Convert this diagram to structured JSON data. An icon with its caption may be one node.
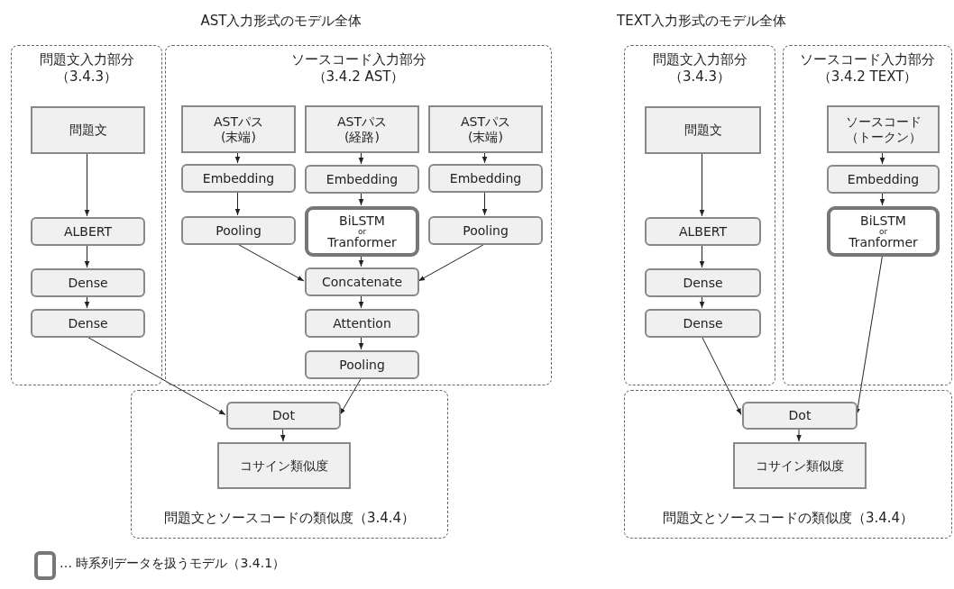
{
  "diagram": {
    "nodes": [
      {
        "text": [
          "問題文入力部分（3.4.3）"
        ]
      },
      {
        "text": [
          "問題文"
        ],
        "in": 0
      },
      {
        "text": [
          "ALBERT"
        ],
        "in": 0
      },
      {
        "text": [
          "Dense"
        ],
        "in": 0
      },
      {
        "text": [
          "Dense"
        ],
        "in": 0
      },
      {
        "text": [
          "ソースコード入力部分（3.4.2 AST）"
        ]
      },
      {
        "text": [
          "ASTパス(末端)"
        ],
        "in": 5
      },
      {
        "text": [
          "ASTパス(経路)"
        ],
        "in": 5
      },
      {
        "text": [
          "ASTパス(末端)"
        ],
        "in": 5
      },
      {
        "text": [
          "Embedding"
        ],
        "in": 5
      },
      {
        "text": [
          "Embedding"
        ],
        "in": 5
      },
      {
        "text": [
          "Embedding"
        ],
        "in": 5
      },
      {
        "text": [
          "Pooling"
        ],
        "in": 5
      },
      {
        "text": [
          "BiLSTM",
          "or",
          "Tranformer"
        ],
        "in": 5
      },
      {
        "text": [
          "Pooling"
        ],
        "in": 5
      },
      {
        "text": [
          "Concatenate"
        ],
        "in": 5
      },
      {
        "text": [
          "Attention"
        ],
        "in": 5
      },
      {
        "text": [
          "Pooling"
        ],
        "in": 5
      },
      {
        "text": [
          "問題文とソースコードの類似度（3.4.4）"
        ]
      },
      {
        "text": [
          "Dot"
        ],
        "in": 18
      },
      {
        "text": [
          "コサイン類似度"
        ],
        "in": 18
      },
      {
        "text": [
          "問題文入力部分（3.4.3）"
        ]
      },
      {
        "text": [
          "問題文"
        ],
        "in": 21
      },
      {
        "text": [
          "ALBERT"
        ],
        "in": 21
      },
      {
        "text": [
          "Dense"
        ],
        "in": 21
      },
      {
        "text": [
          "Dense"
        ],
        "in": 21
      },
      {
        "text": [
          "ソースコード入力部分（3.4.2 TEXT）"
        ]
      },
      {
        "text": [
          "ソースコード（トークン）"
        ],
        "in": 26
      },
      {
        "text": [
          "Embedding"
        ],
        "in": 26
      },
      {
        "text": [
          "BiLSTM",
          "or",
          "Tranformer"
        ],
        "in": 26
      },
      {
        "text": [
          "問題文とソースコードの類似度（3.4.4）"
        ]
      },
      {
        "text": [
          "Dot"
        ],
        "in": 30
      },
      {
        "text": [
          "コサイン類似度"
        ],
        "in": 30
      }
    ],
    "edges": [
      {
        "from": 1,
        "to": 2,
        "arrow": "to"
      },
      {
        "from": 2,
        "to": 3,
        "arrow": "to"
      },
      {
        "from": 3,
        "to": 4,
        "arrow": "to"
      },
      {
        "from": 4,
        "to": 19,
        "arrow": "to"
      },
      {
        "from": 6,
        "to": 9,
        "arrow": "to"
      },
      {
        "from": 9,
        "to": 12,
        "arrow": "to"
      },
      {
        "from": 12,
        "to": 15,
        "arrow": "to"
      },
      {
        "from": 7,
        "to": 10,
        "arrow": "to"
      },
      {
        "from": 10,
        "to": 13,
        "arrow": "to"
      },
      {
        "from": 13,
        "to": 15,
        "arrow": "to"
      },
      {
        "from": 8,
        "to": 11,
        "arrow": "to"
      },
      {
        "from": 11,
        "to": 14,
        "arrow": "to"
      },
      {
        "from": 14,
        "to": 15,
        "arrow": "to"
      },
      {
        "from": 15,
        "to": 16,
        "arrow": "to"
      },
      {
        "from": 16,
        "to": 17,
        "arrow": "to"
      },
      {
        "from": 17,
        "to": 19,
        "arrow": "to"
      },
      {
        "from": 19,
        "to": 20,
        "arrow": "to"
      },
      {
        "from": 22,
        "to": 23,
        "arrow": "to"
      },
      {
        "from": 23,
        "to": 24,
        "arrow": "to"
      },
      {
        "from": 24,
        "to": 25,
        "arrow": "to"
      },
      {
        "from": 25,
        "to": 31,
        "arrow": "to"
      },
      {
        "from": 27,
        "to": 28,
        "arrow": "to"
      },
      {
        "from": 28,
        "to": 29,
        "arrow": "to"
      },
      {
        "from": 29,
        "to": 31,
        "arrow": "to"
      },
      {
        "from": 31,
        "to": 32,
        "arrow": "to"
      }
    ],
    "labels": [
      "AST入力形式のモデル全体",
      "TEXT入力形式のモデル全体"
    ],
    "legend": [
      {
        "text": "… 時系列データを扱うモデル（3.4.1）"
      }
    ]
  }
}
